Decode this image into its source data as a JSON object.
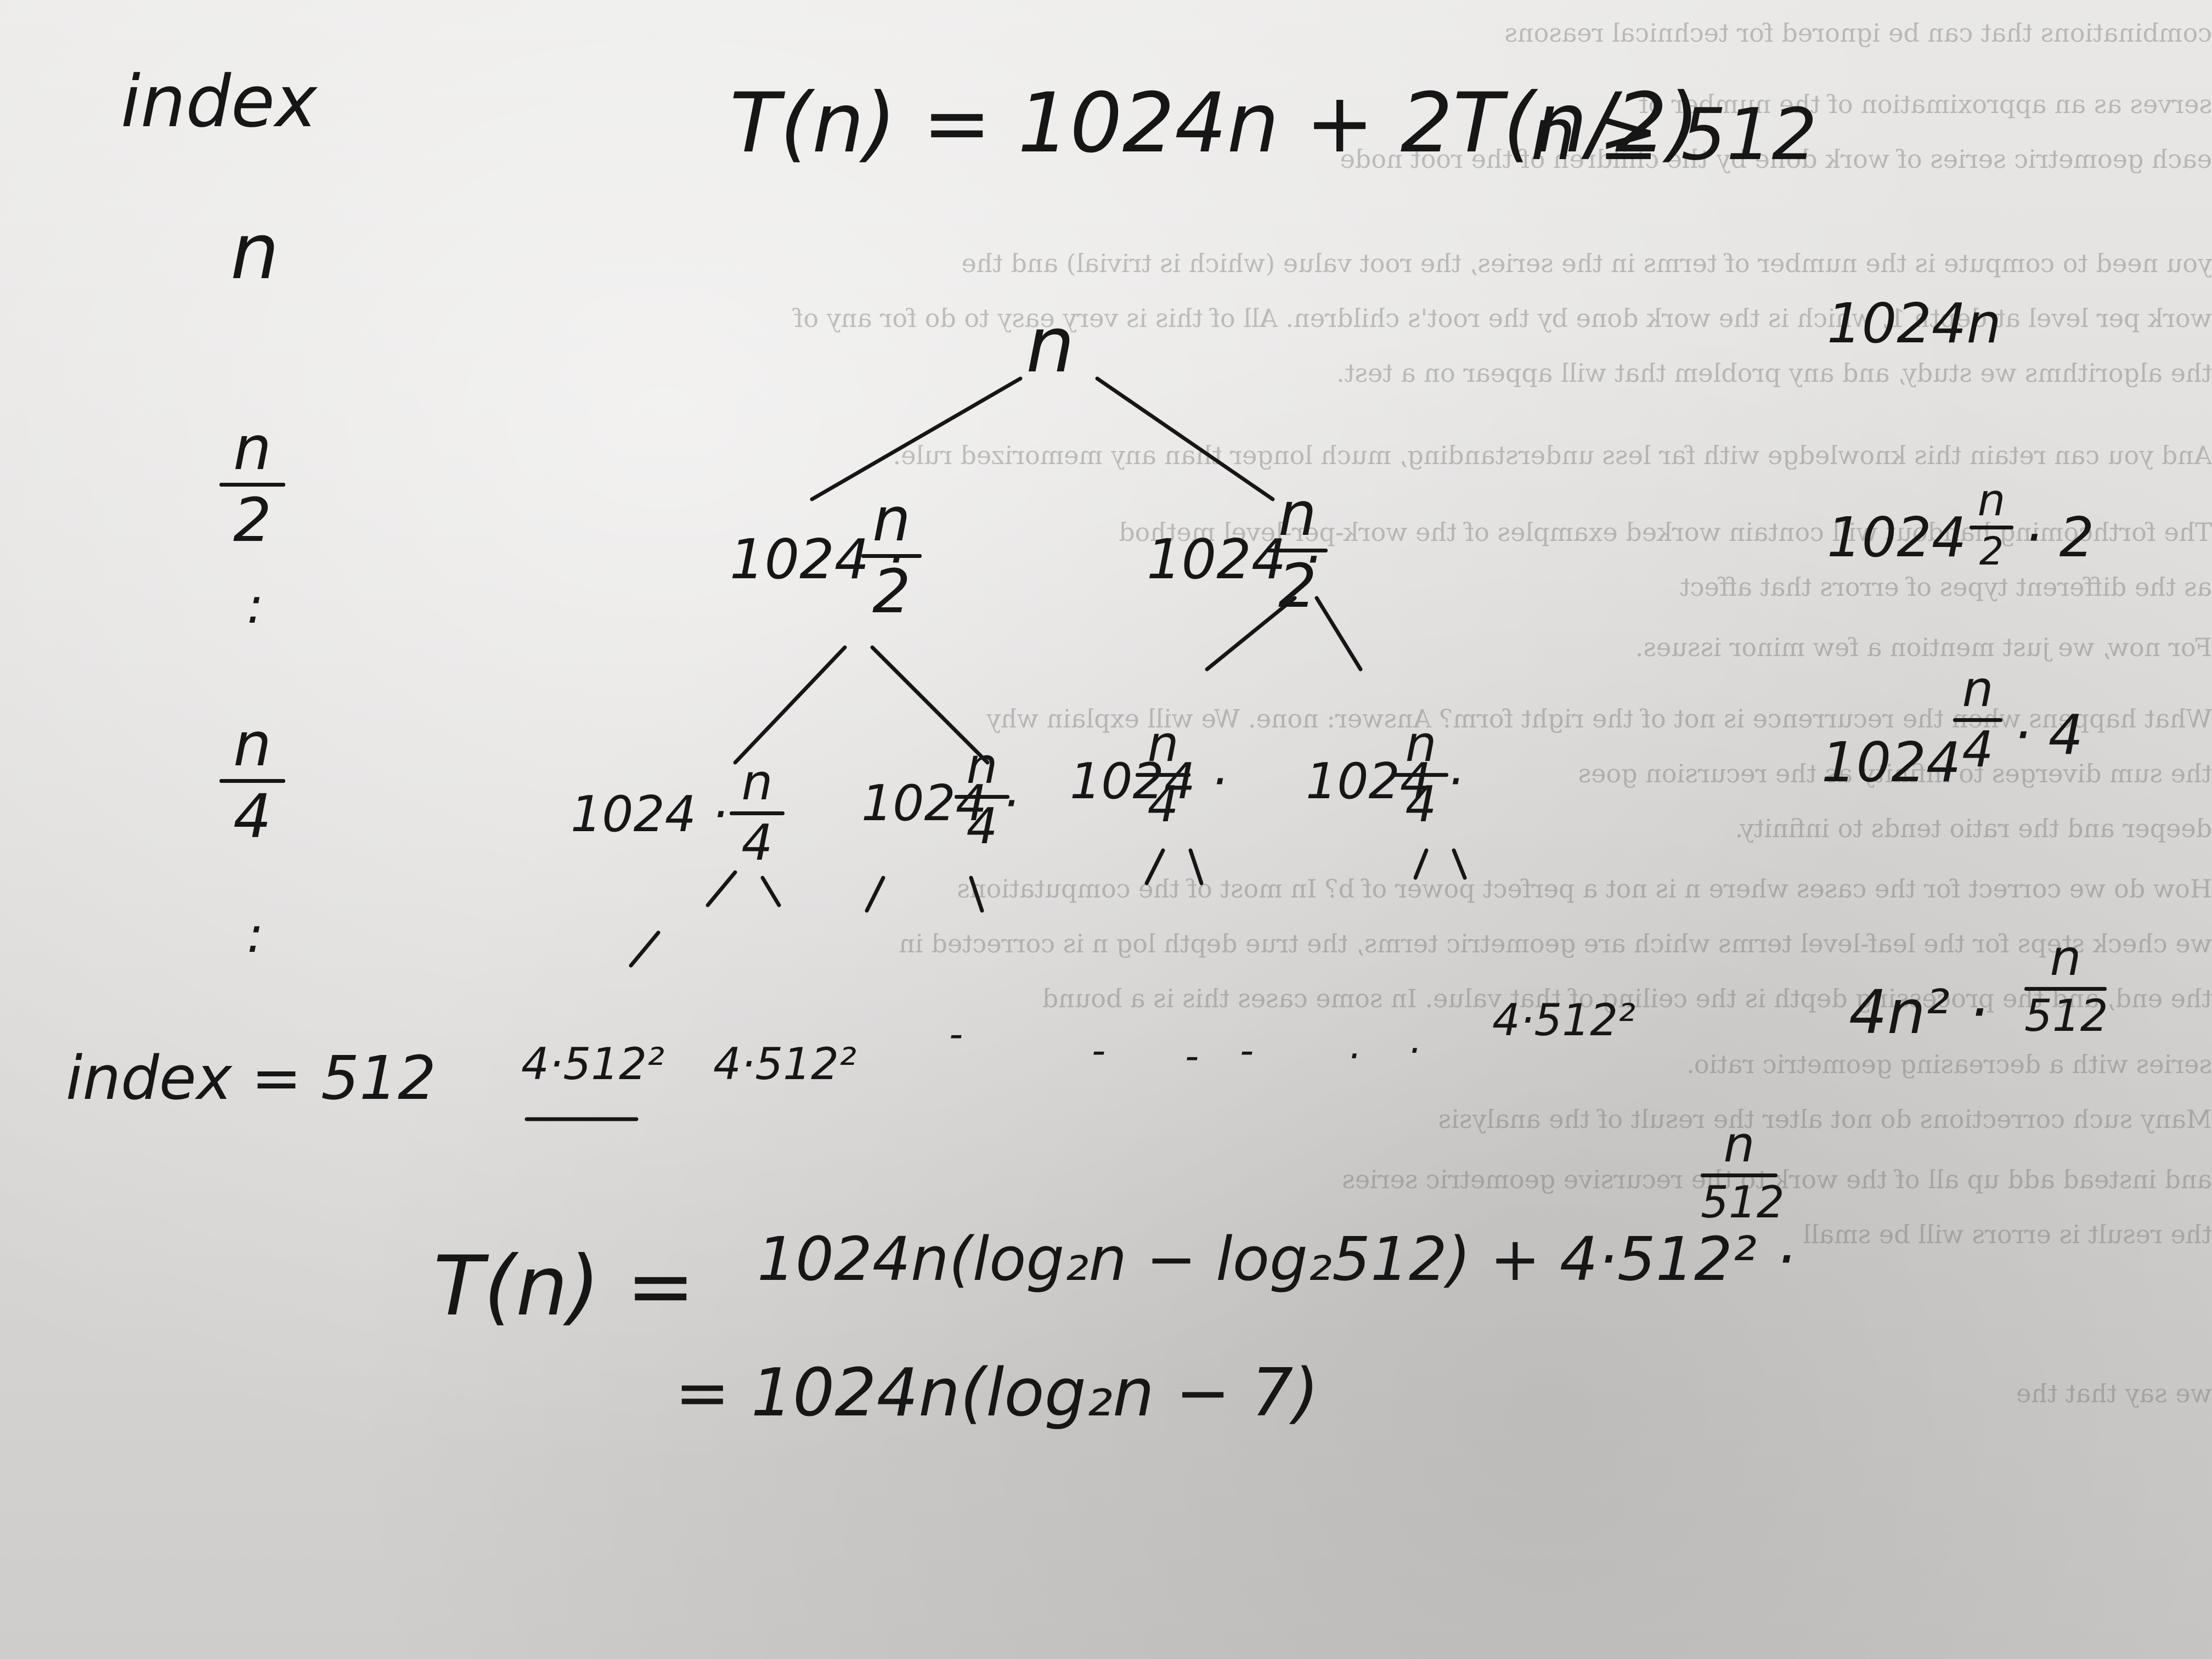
{
  "bleed_text": [
    "combinations that can be ignored for technical reasons",
    "serves as an approximation of the number of",
    "each geometric series of work done by the children of the root node",
    "you need to compute is the number of terms in the series, the root value (which is trivial) and the",
    "work per level at depth 1, which is the work done by the root's children. All of this is very easy to do for any of",
    "the algorithms we study, and any problem that will appear on a test.",
    "And you can retain this knowledge with far less understanding, much longer than any memorized rule.",
    "The forthcoming handout will contain worked examples of the work-per-level method",
    "as the different types of errors that affect",
    "For now, we just mention a few minor issues.",
    "What happens when the recurrence is not of the right form? Answer: none. We will explain why",
    "the sum diverges to infinity as the recursion goes",
    "deeper and the ratio tends to infinity.",
    "How do we correct for the cases where n is not a perfect power of b? In most of the computations",
    "we check steps for the leaf-level terms which are geometric terms, the true depth log n is corrected in",
    "the end, and the processing depth is the ceiling of that value. In some cases this is a bound",
    "series with a decreasing geometric ratio.",
    "Many such corrections do not alter the result of the analysis",
    "and instead add up all of the work to the recursive geometric series",
    "the result is errors will be small",
    "we say that the"
  ],
  "top": {
    "label": "index",
    "recurrence": "T(n) = 1024n + 2T(n/2)",
    "condition": "n ≥ 512"
  },
  "index_column": {
    "level0": "n",
    "level1_num": "n",
    "level1_den": "2",
    "dots1": ":",
    "level2_num": "n",
    "level2_den": "4",
    "dots2": ":",
    "bottom": "index = 512"
  },
  "tree": {
    "root": "n",
    "level1": [
      {
        "prefix": "1024 ·",
        "num": "n",
        "den": "2"
      },
      {
        "prefix": "1024 ·",
        "num": "n",
        "den": "2"
      }
    ],
    "level2": [
      {
        "prefix": "1024 ·",
        "num": "n",
        "den": "4"
      },
      {
        "prefix": "1024 ·",
        "num": "n",
        "den": "4"
      },
      {
        "prefix": "1024 ·",
        "num": "n",
        "den": "4"
      },
      {
        "prefix": "1024 ·",
        "num": "n",
        "den": "4"
      }
    ],
    "leaves": [
      "4·512²",
      "4·512²",
      "4·512²"
    ],
    "ellipses": [
      "-",
      "-",
      "-",
      "-",
      ".",
      "."
    ]
  },
  "level_sums": {
    "level0": "1024n",
    "level1_prefix": "1024",
    "level1_num": "n",
    "level1_den": "2",
    "level1_suffix": "· 2",
    "level2_prefix": "1024",
    "level2_num": "n",
    "level2_den": "4",
    "level2_suffix": "· 4",
    "leaf_prefix": "4n² ·",
    "leaf_num": "n",
    "leaf_den": "512"
  },
  "result": {
    "lhs": "T(n) =",
    "line1": "1024n(log₂n − log₂512) + 4·512² ·",
    "line1_num": "n",
    "line1_den": "512",
    "line2": "= 1024n(log₂n − 7)"
  }
}
